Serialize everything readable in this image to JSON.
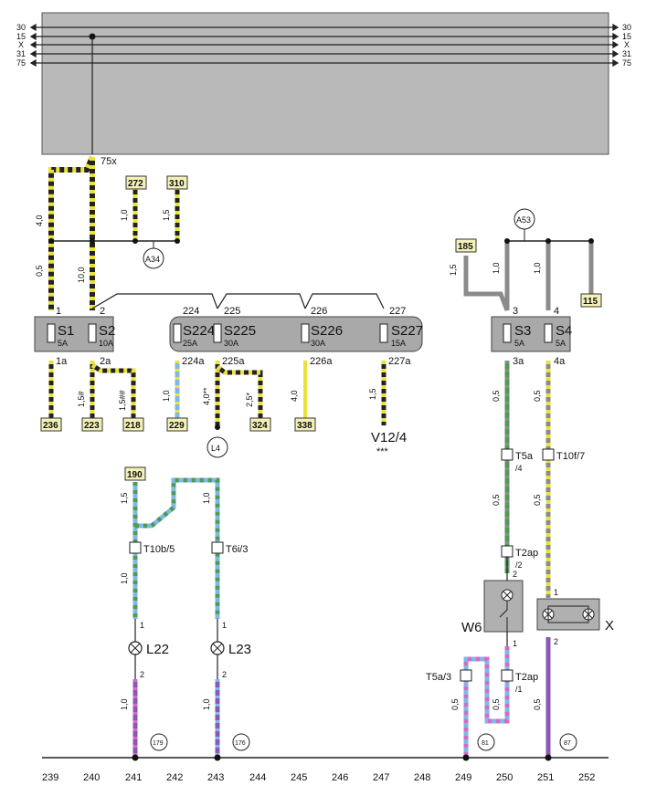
{
  "bus_labels": [
    "30",
    "15",
    "X",
    "31",
    "75"
  ],
  "terminal_75x": "75x",
  "fuse_panel": {
    "left_fuses": [
      {
        "name": "S1",
        "rating": "5A",
        "in_pin": "1",
        "out_pin": "1a"
      },
      {
        "name": "S2",
        "rating": "10A",
        "in_pin": "2",
        "out_pin": "2a"
      }
    ],
    "mid_fuses": [
      {
        "name": "S224",
        "rating": "25A",
        "in_pin": "224",
        "out_pin": "224a"
      },
      {
        "name": "S225",
        "rating": "30A",
        "in_pin": "225",
        "out_pin": "225a"
      },
      {
        "name": "S226",
        "rating": "30A",
        "in_pin": "226",
        "out_pin": "226a"
      },
      {
        "name": "S227",
        "rating": "15A",
        "in_pin": "227",
        "out_pin": "227a"
      }
    ],
    "right_fuses": [
      {
        "name": "S3",
        "rating": "5A",
        "in_pin": "3",
        "out_pin": "3a"
      },
      {
        "name": "S4",
        "rating": "5A",
        "in_pin": "4",
        "out_pin": "4a"
      }
    ]
  },
  "ref_boxes": {
    "b272": "272",
    "b310": "310",
    "b236": "236",
    "b223": "223",
    "b218": "218",
    "b229": "229",
    "b324": "324",
    "b338": "338",
    "b185": "185",
    "b115": "115",
    "b190": "190"
  },
  "circles": {
    "a34": "A34",
    "a53": "A53",
    "l4": "L4",
    "g179": "179",
    "g176": "176",
    "g81": "81",
    "g87": "87"
  },
  "wire_sizes": {
    "w40": "4,0",
    "w10a": "1,0",
    "w15a": "1,5",
    "w05a": "0,5",
    "w100": "10,0",
    "w15h": "1,5#",
    "w15hh": "1,5##",
    "w10b": "1,0",
    "w40s": "4,0**",
    "w25s": "2,5*",
    "w40b": "4,0",
    "w15b": "1,5",
    "w15c": "1,5",
    "w10c": "1,0",
    "w10d": "1,0",
    "w05b": "0,5",
    "w05c": "0,5",
    "w05d": "0,5",
    "w05e": "0,5",
    "w15d": "1,5",
    "w10e": "1,0",
    "w10f": "1,0",
    "w10g": "1,0",
    "w10h": "1,0",
    "w05f": "0,5",
    "w05g": "0,5",
    "w05h": "0,5"
  },
  "connectors": {
    "t10b": "T10b/5",
    "t6i": "T6i/3",
    "t5a4": "T5a",
    "t5a4s": "/4",
    "t10f": "T10f/7",
    "t2ap2": "T2ap",
    "t2ap2s": "/2",
    "t5a3": "T5a/3",
    "t2ap1": "T2ap",
    "t2ap1s": "/1"
  },
  "components": {
    "l22": "L22",
    "l23": "L23",
    "w6": "W6",
    "x": "X",
    "v12": "V12/4",
    "v12s": "***"
  },
  "pins": {
    "l22_1": "1",
    "l22_2": "2",
    "l23_1": "1",
    "l23_2": "2",
    "w6_2": "2",
    "w6_1": "1",
    "x_1": "1",
    "x_2": "2"
  },
  "track_numbers": [
    "239",
    "240",
    "241",
    "242",
    "243",
    "244",
    "245",
    "246",
    "247",
    "248",
    "249",
    "250",
    "251",
    "252"
  ],
  "colors": {
    "panel_gray": "#b9b9b9",
    "fuse_gray": "#a9a9a9",
    "wire_black": "#222222",
    "wire_yellow": "#e9e23a",
    "wire_blue": "#7fb7e6",
    "wire_green": "#4f9a54",
    "wire_gray": "#8b8b8b",
    "wire_violet": "#8a58b5",
    "wire_pink": "#d56ac4",
    "wire_brown": "#6a4a2a",
    "label_box": "#f4f1b8"
  }
}
